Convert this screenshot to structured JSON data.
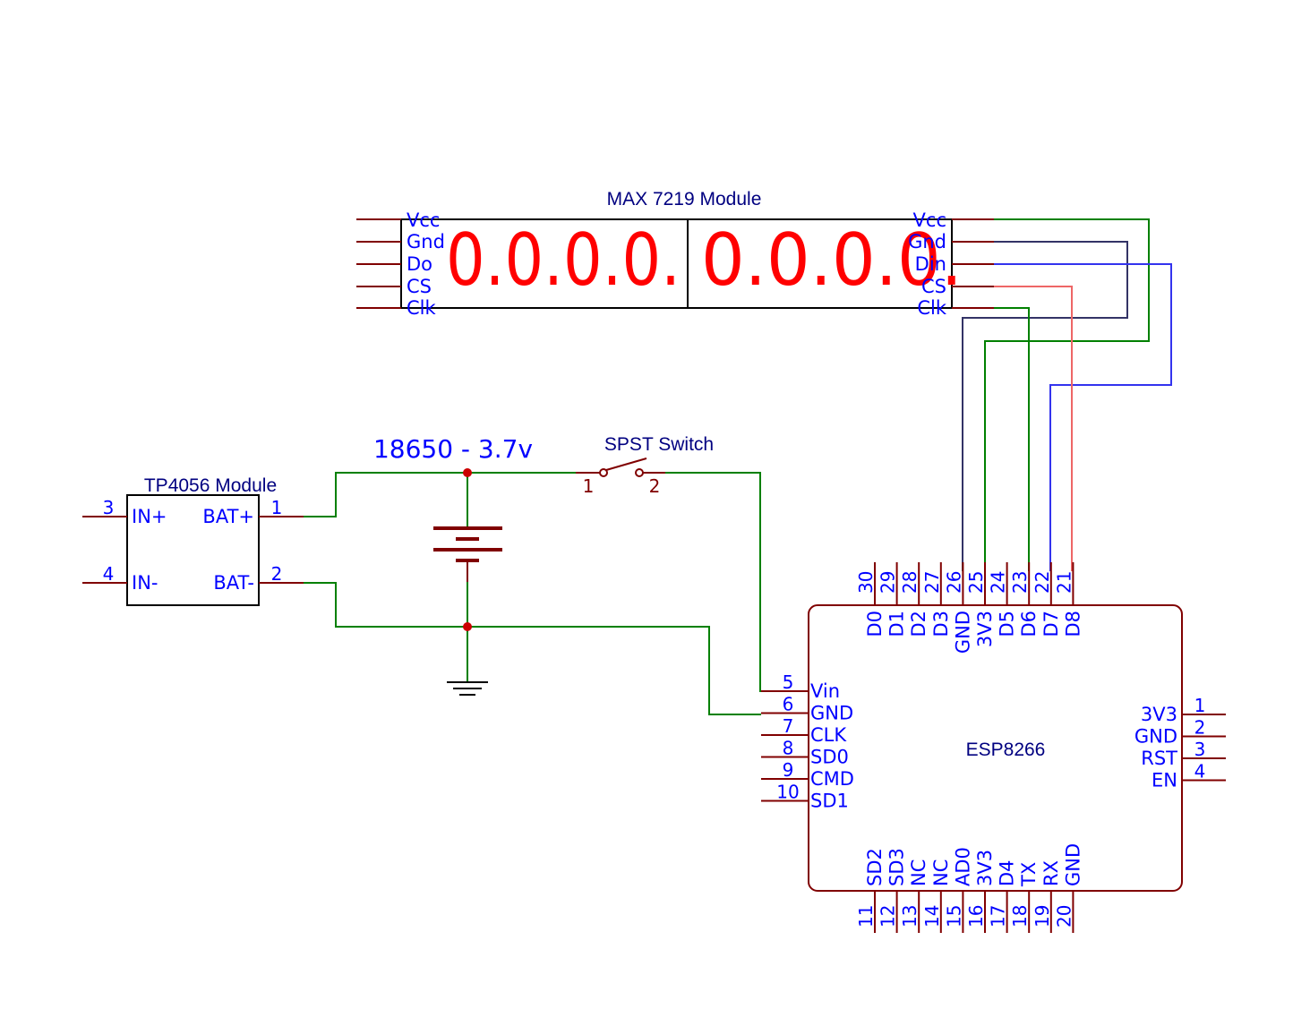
{
  "max7219": {
    "title": "MAX 7219 Module",
    "left_pins": [
      "Vcc",
      "Gnd",
      "Do",
      "CS",
      "Clk"
    ],
    "right_pins": [
      "Vcc",
      "Gnd",
      "Din",
      "CS",
      "Clk"
    ],
    "digits_left": "0.0.0.0.",
    "digits_right": "0.0.0.0."
  },
  "tp4056": {
    "title": "TP4056 Module",
    "in_plus": "IN+",
    "in_minus": "IN-",
    "bat_plus": "BAT+",
    "bat_minus": "BAT-",
    "pin_in_plus": "3",
    "pin_in_minus": "4",
    "pin_bat_plus": "1",
    "pin_bat_minus": "2"
  },
  "battery": {
    "label": "18650 - 3.7v"
  },
  "switch": {
    "label": "SPST Switch",
    "pin1": "1",
    "pin2": "2"
  },
  "esp8266": {
    "title": "ESP8266",
    "top_pins": [
      {
        "num": "30",
        "label": "D0"
      },
      {
        "num": "29",
        "label": "D1"
      },
      {
        "num": "28",
        "label": "D2"
      },
      {
        "num": "27",
        "label": "D3"
      },
      {
        "num": "26",
        "label": "GND"
      },
      {
        "num": "25",
        "label": "3V3"
      },
      {
        "num": "24",
        "label": "D5"
      },
      {
        "num": "23",
        "label": "D6"
      },
      {
        "num": "22",
        "label": "D7"
      },
      {
        "num": "21",
        "label": "D8"
      }
    ],
    "left_pins": [
      {
        "num": "5",
        "label": "Vin"
      },
      {
        "num": "6",
        "label": "GND"
      },
      {
        "num": "7",
        "label": "CLK"
      },
      {
        "num": "8",
        "label": "SD0"
      },
      {
        "num": "9",
        "label": "CMD"
      },
      {
        "num": "10",
        "label": "SD1"
      }
    ],
    "right_pins": [
      {
        "num": "1",
        "label": "3V3"
      },
      {
        "num": "2",
        "label": "GND"
      },
      {
        "num": "3",
        "label": "RST"
      },
      {
        "num": "4",
        "label": "EN"
      }
    ],
    "bottom_pins": [
      {
        "num": "11",
        "label": "SD2"
      },
      {
        "num": "12",
        "label": "SD3"
      },
      {
        "num": "13",
        "label": "NC"
      },
      {
        "num": "14",
        "label": "NC"
      },
      {
        "num": "15",
        "label": "AD0"
      },
      {
        "num": "16",
        "label": "3V3"
      },
      {
        "num": "17",
        "label": "D4"
      },
      {
        "num": "18",
        "label": "TX"
      },
      {
        "num": "19",
        "label": "RX"
      },
      {
        "num": "20",
        "label": "GND"
      }
    ]
  },
  "colors": {
    "wire_green": "#008000",
    "wire_navy": "#333366",
    "wire_blue": "#3333ee",
    "wire_pink": "#ee6666",
    "component": "#800000",
    "label": "#0000ff"
  }
}
